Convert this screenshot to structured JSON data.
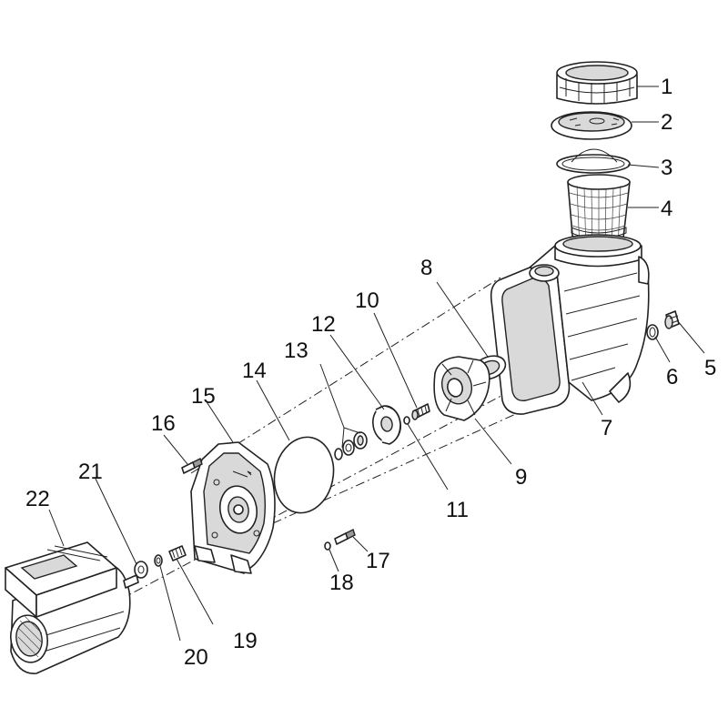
{
  "callouts": [
    {
      "id": "1",
      "label": "1"
    },
    {
      "id": "2",
      "label": "2"
    },
    {
      "id": "3",
      "label": "3"
    },
    {
      "id": "4",
      "label": "4"
    },
    {
      "id": "5",
      "label": "5"
    },
    {
      "id": "6",
      "label": "6"
    },
    {
      "id": "7",
      "label": "7"
    },
    {
      "id": "8",
      "label": "8"
    },
    {
      "id": "9",
      "label": "9"
    },
    {
      "id": "10",
      "label": "10"
    },
    {
      "id": "11",
      "label": "11"
    },
    {
      "id": "12",
      "label": "12"
    },
    {
      "id": "13",
      "label": "13"
    },
    {
      "id": "14",
      "label": "14"
    },
    {
      "id": "15",
      "label": "15"
    },
    {
      "id": "16",
      "label": "16"
    },
    {
      "id": "17",
      "label": "17"
    },
    {
      "id": "18",
      "label": "18"
    },
    {
      "id": "19",
      "label": "19"
    },
    {
      "id": "20",
      "label": "20"
    },
    {
      "id": "21",
      "label": "21"
    },
    {
      "id": "22",
      "label": "22"
    }
  ],
  "colors": {
    "line": "#222222",
    "background": "#ffffff",
    "shade": "#d9d9d9"
  }
}
